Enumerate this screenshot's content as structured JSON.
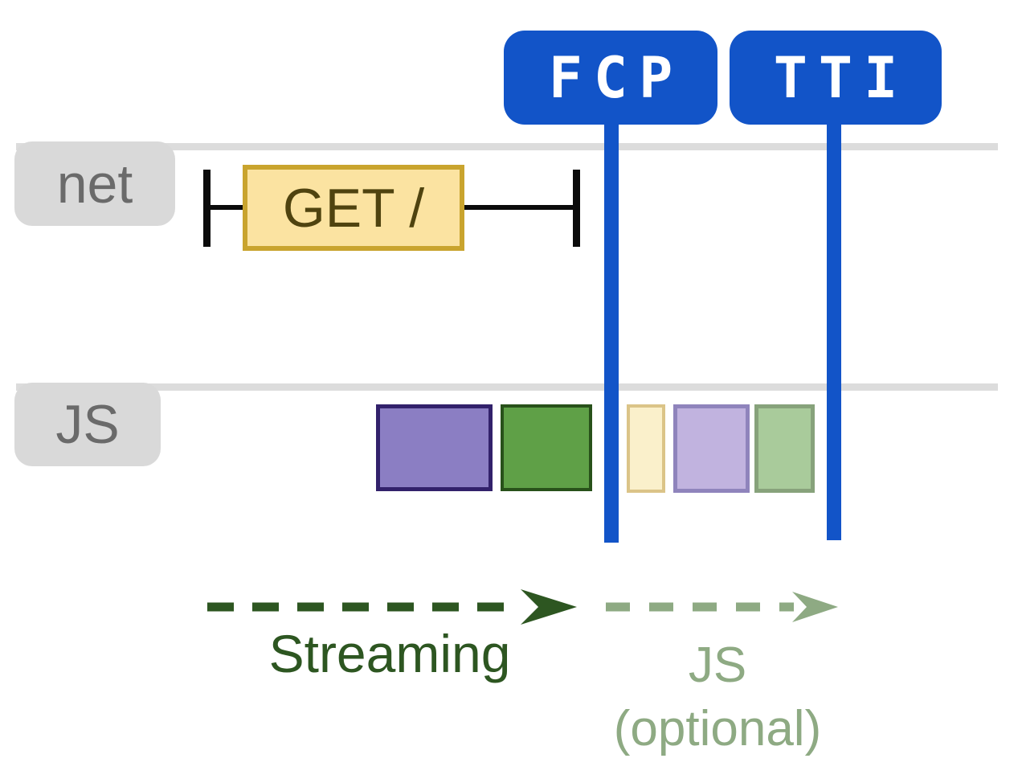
{
  "markers": [
    {
      "id": "fcp",
      "label": "FCP"
    },
    {
      "id": "tti",
      "label": "TTI"
    }
  ],
  "lanes": [
    {
      "id": "net",
      "label": "net"
    },
    {
      "id": "js",
      "label": "JS"
    }
  ],
  "network": {
    "request_label": "GET /"
  },
  "js_tasks": [
    {
      "name": "main-task-1",
      "phase": "streaming",
      "fill": "#8B7EC3",
      "border": "#32216B"
    },
    {
      "name": "main-task-2",
      "phase": "streaming",
      "fill": "#5FA047",
      "border": "#28511A"
    },
    {
      "name": "optional-task-1",
      "phase": "js-optional",
      "fill": "#FAF0CB",
      "border": "#DBC488"
    },
    {
      "name": "optional-task-2",
      "phase": "js-optional",
      "fill": "#C1B3DF",
      "border": "#8F84BC"
    },
    {
      "name": "optional-task-3",
      "phase": "js-optional",
      "fill": "#A9CB9B",
      "border": "#87A27B"
    }
  ],
  "annotations": {
    "streaming": {
      "label": "Streaming",
      "color": "#2D5621"
    },
    "js_optional": {
      "line1": "JS",
      "line2": "(optional)",
      "color": "#8EAA83"
    }
  },
  "colors": {
    "marker_blue": "#1254C8",
    "lane_rule_gray": "#DCDCDC",
    "lane_label_bg": "#D9D9D9",
    "lane_label_text": "#6A6A6A",
    "request_fill": "#FBE3A1",
    "request_border": "#C9A42E",
    "request_text": "#4F430F",
    "span_black": "#0B0B0B",
    "streaming_green": "#2D5621",
    "optional_sage": "#8EAA83"
  }
}
